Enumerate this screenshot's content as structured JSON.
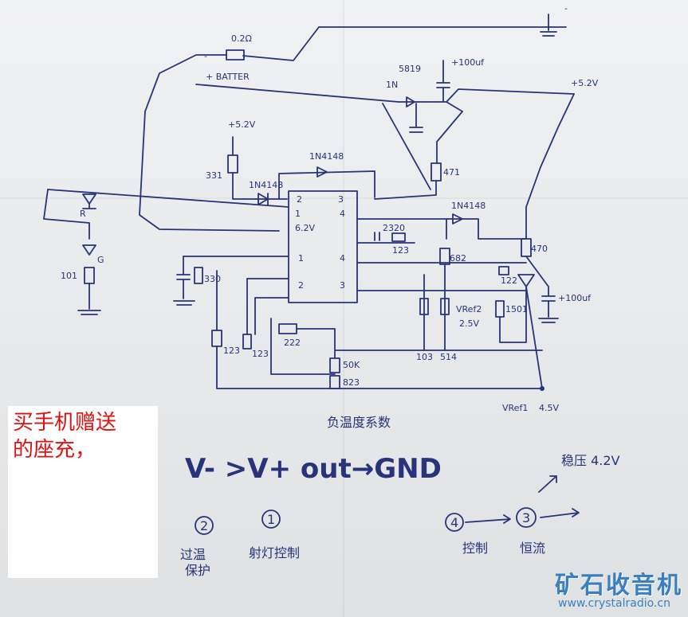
{
  "schematic": {
    "labels": {
      "r_02": "0.2Ω",
      "minus_top": "-",
      "minus_batt": "-",
      "plus_batter": "+ BATTER",
      "d5819": "5819",
      "d1n": "1N",
      "cap_100uf_top": "+100uf",
      "vcc_top_right": "+5.2V",
      "vcc_left": "+5.2V",
      "r331": "331",
      "d1n4148_left": "1N4148",
      "d1n4148_top": "1N4148",
      "r471": "471",
      "d1n4148_right": "1N4148",
      "led_r": "R",
      "led_g": "G",
      "r101": "101",
      "pin2_top": "2",
      "pin3_top": "3",
      "pin1_top": "1",
      "pin4_top": "4",
      "ic_62v": "6.2V",
      "c2320": "2320",
      "r123_mid": "123",
      "r682": "682",
      "r470": "470",
      "r122": "122",
      "cap_100uf_right": "+100uf",
      "c330": "330",
      "pin1_minus": "1",
      "pin2_minus": "2",
      "pin4_plus": "4",
      "pin3_plus": "3",
      "vref2": "VRef2",
      "vref2_val": "2.5V",
      "r1501": "1501",
      "r123_a": "123",
      "r123_b": "123",
      "r222": "222",
      "r50k": "50K",
      "r823": "823",
      "r103": "103",
      "r514": "514",
      "vref1": "VRef1",
      "vref1_val": "4.5V"
    },
    "caption_cn": "负温度系数",
    "big_formula": "V- >V+ out→GND",
    "steps": {
      "s2_num": "2",
      "s2_text_line1": "过温",
      "s2_text_line2": "保护",
      "s1_num": "1",
      "s1_text": "射灯控制",
      "s4_num": "4",
      "s4_text": "控制",
      "s3_num": "3",
      "s3_text": "恒流",
      "top_right_note": "稳压 4.2V"
    }
  },
  "note": {
    "line1": "买手机赠送",
    "line2": "的座充，"
  },
  "watermark": {
    "logo": "矿石收音机",
    "url": "www.crystalradio.cn"
  },
  "colors": {
    "ink": "#28337a",
    "note_text": "#e01010",
    "watermark": "#3a7fc0"
  }
}
